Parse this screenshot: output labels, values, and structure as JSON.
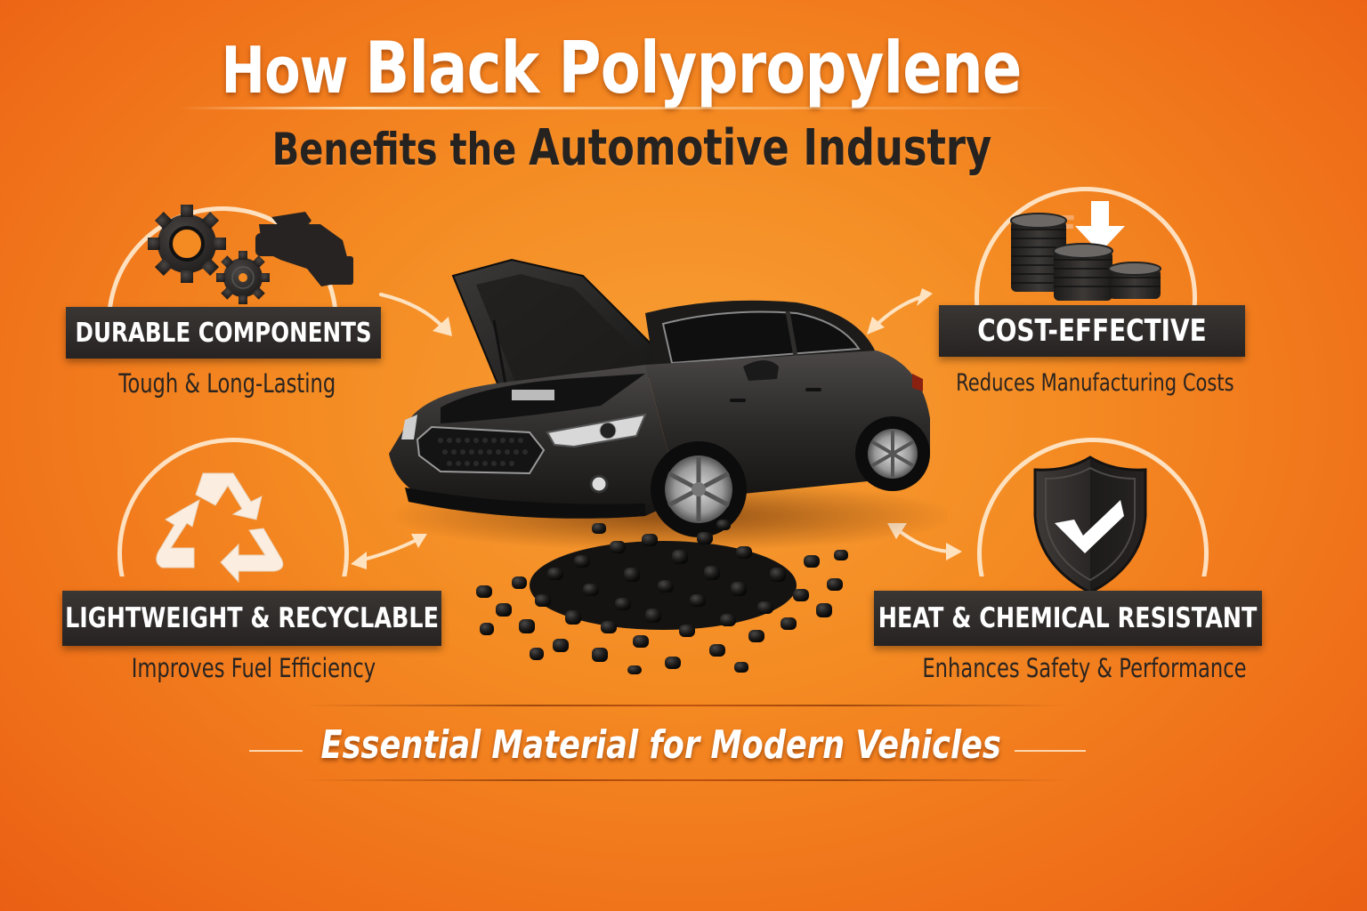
{
  "title": {
    "line1_prefix": "How",
    "line1_emphasis": "Black Polypropylene",
    "line2_prefix": "Benefits the",
    "line2_emphasis": "Automotive Industry"
  },
  "benefits": [
    {
      "id": "durable-components",
      "heading": "DURABLE COMPONENTS",
      "subtitle": "Tough & Long-Lasting",
      "icon": "gears-and-auto-part-icon"
    },
    {
      "id": "cost-effective",
      "heading": "COST-EFFECTIVE",
      "subtitle": "Reduces Manufacturing Costs",
      "icon": "coin-stacks-down-arrow-icon"
    },
    {
      "id": "lightweight-recyclable",
      "heading": "LIGHTWEIGHT & RECYCLABLE",
      "subtitle": "Improves Fuel Efficiency",
      "icon": "recycle-icon"
    },
    {
      "id": "heat-chemical-resistant",
      "heading": "HEAT & CHEMICAL RESISTANT",
      "subtitle": "Enhances Safety & Performance",
      "icon": "shield-check-icon"
    }
  ],
  "center": {
    "car": "black-sedan-hood-open",
    "pellets": "black-polypropylene-pellets"
  },
  "footer": {
    "tagline": "Essential Material for Modern Vehicles"
  },
  "colors": {
    "background": "#f48a22",
    "banner": "#2b2826",
    "title_white": "#ffffff",
    "title_dark": "#262220",
    "accent_cream": "#ffe9cf"
  }
}
